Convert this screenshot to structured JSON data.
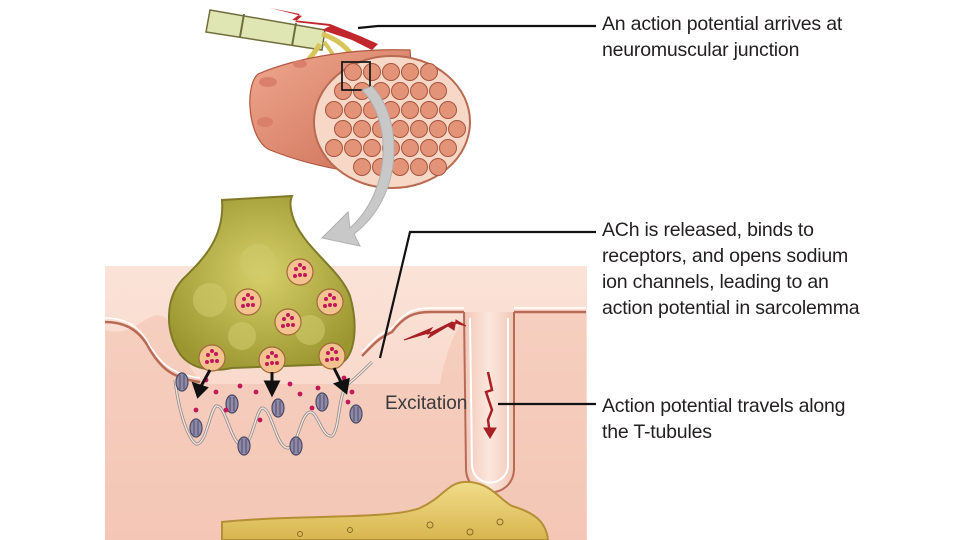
{
  "labels": {
    "arrives": [
      "An action potential arrives at",
      "neuromuscular junction"
    ],
    "ach": [
      "ACh is released, binds to",
      "receptors, and opens sodium",
      "ion channels, leading to an",
      "action potential in sarcolemma"
    ],
    "travels": [
      "Action potential travels along",
      "the T-tubules"
    ],
    "excitation": "Excitation"
  },
  "colors": {
    "muscle": "#e8a08a",
    "muscle_dark": "#c9705a",
    "fiber": "#d98a6e",
    "terminal": "#b7b04a",
    "terminal_dark": "#8f8a2e",
    "vesicle": "#f2b27e",
    "ach_dot": "#c2185b",
    "arrow_red": "#b01e23",
    "sarcoplasm": "#f4d3c7",
    "receptor": "#8e8aa8",
    "nerve": "#d7e0a8",
    "leader_line": "#111111"
  }
}
